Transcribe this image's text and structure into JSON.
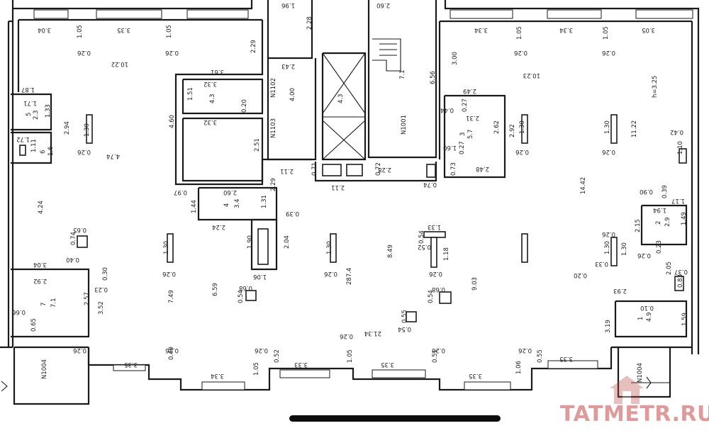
{
  "watermark": {
    "text": "TATMETR.RU",
    "color": "#d98a8a"
  },
  "icons": {
    "watermark": "house-logo-icon",
    "home_indicator": "home-indicator-bar"
  },
  "rooms": {
    "r1001": "N1001",
    "r1102": "N1102",
    "r1103": "N1103",
    "r1004_left": "N1004",
    "r1004_right": "N1004"
  },
  "labels": {
    "d304_top": "3.04",
    "d105_a": "1.05",
    "d335": "3.35",
    "d105_b": "1.05",
    "d229": "2.29",
    "d026_a": "0.26",
    "d026_b": "0.26",
    "d022": "10.22",
    "d361": "3.61",
    "d187": "1.87",
    "d171": "1.71",
    "d5": "5",
    "d23": "2.3",
    "d133": "1.33",
    "d172": "1.72",
    "d111": "1.11",
    "d6": "6",
    "d16": "1.6",
    "d294": "2.94",
    "d130_a": "1.30",
    "d026_c": "0.26",
    "d474": "4.74",
    "d332_a": "3.32",
    "d151": "1.51",
    "d43": "4.3",
    "d020": "0.20",
    "d400": "4.00",
    "d332_b": "3.32",
    "d460": "4.60",
    "d251": "2.51",
    "d196": "1.96",
    "d228": "2.28",
    "d243": "2.43",
    "d260_top": "2.60",
    "d656": "6.56",
    "d71": "7.1",
    "d4_3": "4.3",
    "d211_a": "2.11",
    "d071": "0.71",
    "d072": "0.72",
    "d228_b": "2.28",
    "d211_b": "2.11",
    "d097": "0.97",
    "d260": "2.60",
    "d144": "1.44",
    "d4": "4",
    "d34": "3.4",
    "d131": "1.31",
    "d229_b": "2.29",
    "d224": "2.24",
    "d039": "0.39",
    "d190": "1.90",
    "d204": "2.04",
    "d106": "1.06",
    "d424": "4.24",
    "d065_a": "0.65",
    "d074": "0.74",
    "d040": "0.40",
    "d304_b": "3.04",
    "d292": "2.92",
    "d030": "0.30",
    "d023": "0.23",
    "d257": "2.57",
    "d352": "3.52",
    "d7": "7",
    "d7_1": "7.1",
    "d066": "0.66",
    "d065_b": "0.65",
    "d130_b": "1.30",
    "d026_d": "0.26",
    "d749": "7.49",
    "d659": "6.59",
    "d068_a": "0.68",
    "d054_a": "0.54",
    "d130_c": "1.30",
    "d026_e": "0.26",
    "d287": "287.4",
    "d849": "8.49",
    "d133_b": "1.33",
    "d054_b": "0.54",
    "d052": "0.52",
    "d118": "1.18",
    "d026_f": "0.26",
    "d903": "9.03",
    "d068_b": "0.68",
    "d054_c": "0.54",
    "d055": "0.55",
    "d054_d": "0.54",
    "d2134": "21.34",
    "d026_g": "0.26",
    "d334_r": "3.34",
    "d105_r": "1.05",
    "d334_r2": "3.34",
    "d105_r2": "1.05",
    "d305": "3.05",
    "d026_h": "0.26",
    "d026_i": "0.26",
    "d300": "3.00",
    "d1023": "10.23",
    "dh325": "h=3.25",
    "d249": "2.49",
    "d044": "0.44",
    "d027_a": "0.27",
    "d231": "2.31",
    "d3": "3",
    "d57": "5.7",
    "d262": "2.62",
    "d292_b": "2.92",
    "d160": "1.60",
    "d027_b": "0.27",
    "d073": "0.73",
    "d248": "2.48",
    "d074_b": "0.74",
    "d130_d": "1.30",
    "d026_j": "0.26",
    "d130_e": "1.30",
    "d026_k": "0.26",
    "d1122": "11.22",
    "d042": "0.42",
    "d110": "1.10",
    "d1442": "14.42",
    "d090": "0.90",
    "d039_b": "0.39",
    "d117": "1.17",
    "d194": "1.94",
    "d2": "2",
    "d29": "2.9",
    "d215": "2.15",
    "d149": "1.49",
    "d026_l": "0.26",
    "d023_b": "0.23",
    "d130_f": "1.30",
    "d026_m": "0.26",
    "d130_g": "1.30",
    "d020_b": "0.20",
    "d033": "0.33",
    "d205": "2.05",
    "d037": "0.37",
    "d083": "0.83",
    "d293": "2.93",
    "d010": "0.10",
    "d1": "1",
    "d49": "4.9",
    "d159": "1.59",
    "d319": "3.19",
    "d049": "0.49",
    "d335_b": "3.35",
    "d334_b": "3.34",
    "d105_c": "1.05",
    "d052_b": "0.52",
    "d333": "3.33",
    "d105_d": "1.05",
    "d335_c": "3.35",
    "d051": "0.51",
    "d335_d": "3.35",
    "d106_b": "1.06",
    "d055_b": "0.55",
    "d335_e": "3.35",
    "d026_n": "0.26",
    "d026_o": "0.26",
    "d026_p": "0.26",
    "d026_q": "0.26",
    "d026_r": "0.26",
    "d1004": "N1004"
  }
}
